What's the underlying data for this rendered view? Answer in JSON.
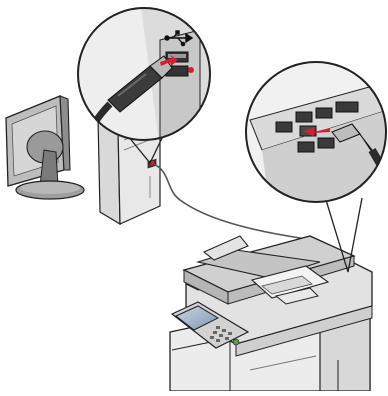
{
  "illustration": {
    "subject": "printer-to-computer-usb-connection",
    "components": [
      {
        "id": "computer",
        "parts": [
          "monitor",
          "tower"
        ]
      },
      {
        "id": "printer",
        "parts": [
          "scanner-lid",
          "document-feeder",
          "control-panel",
          "paper-drawers"
        ]
      },
      {
        "id": "usb-cable"
      }
    ],
    "callouts": [
      {
        "id": "computer-usb-port-callout",
        "icon": "usb-symbol-icon"
      },
      {
        "id": "printer-usb-port-callout",
        "icon": "arrow-icon"
      }
    ]
  },
  "colors": {
    "line": "#222222",
    "light_gray": "#e9e9e9",
    "mid_gray": "#cfcfcf",
    "dark_gray": "#8a8a8a",
    "arrow_red": "#d81e2c",
    "screen_blue": "#9fb3c8"
  }
}
